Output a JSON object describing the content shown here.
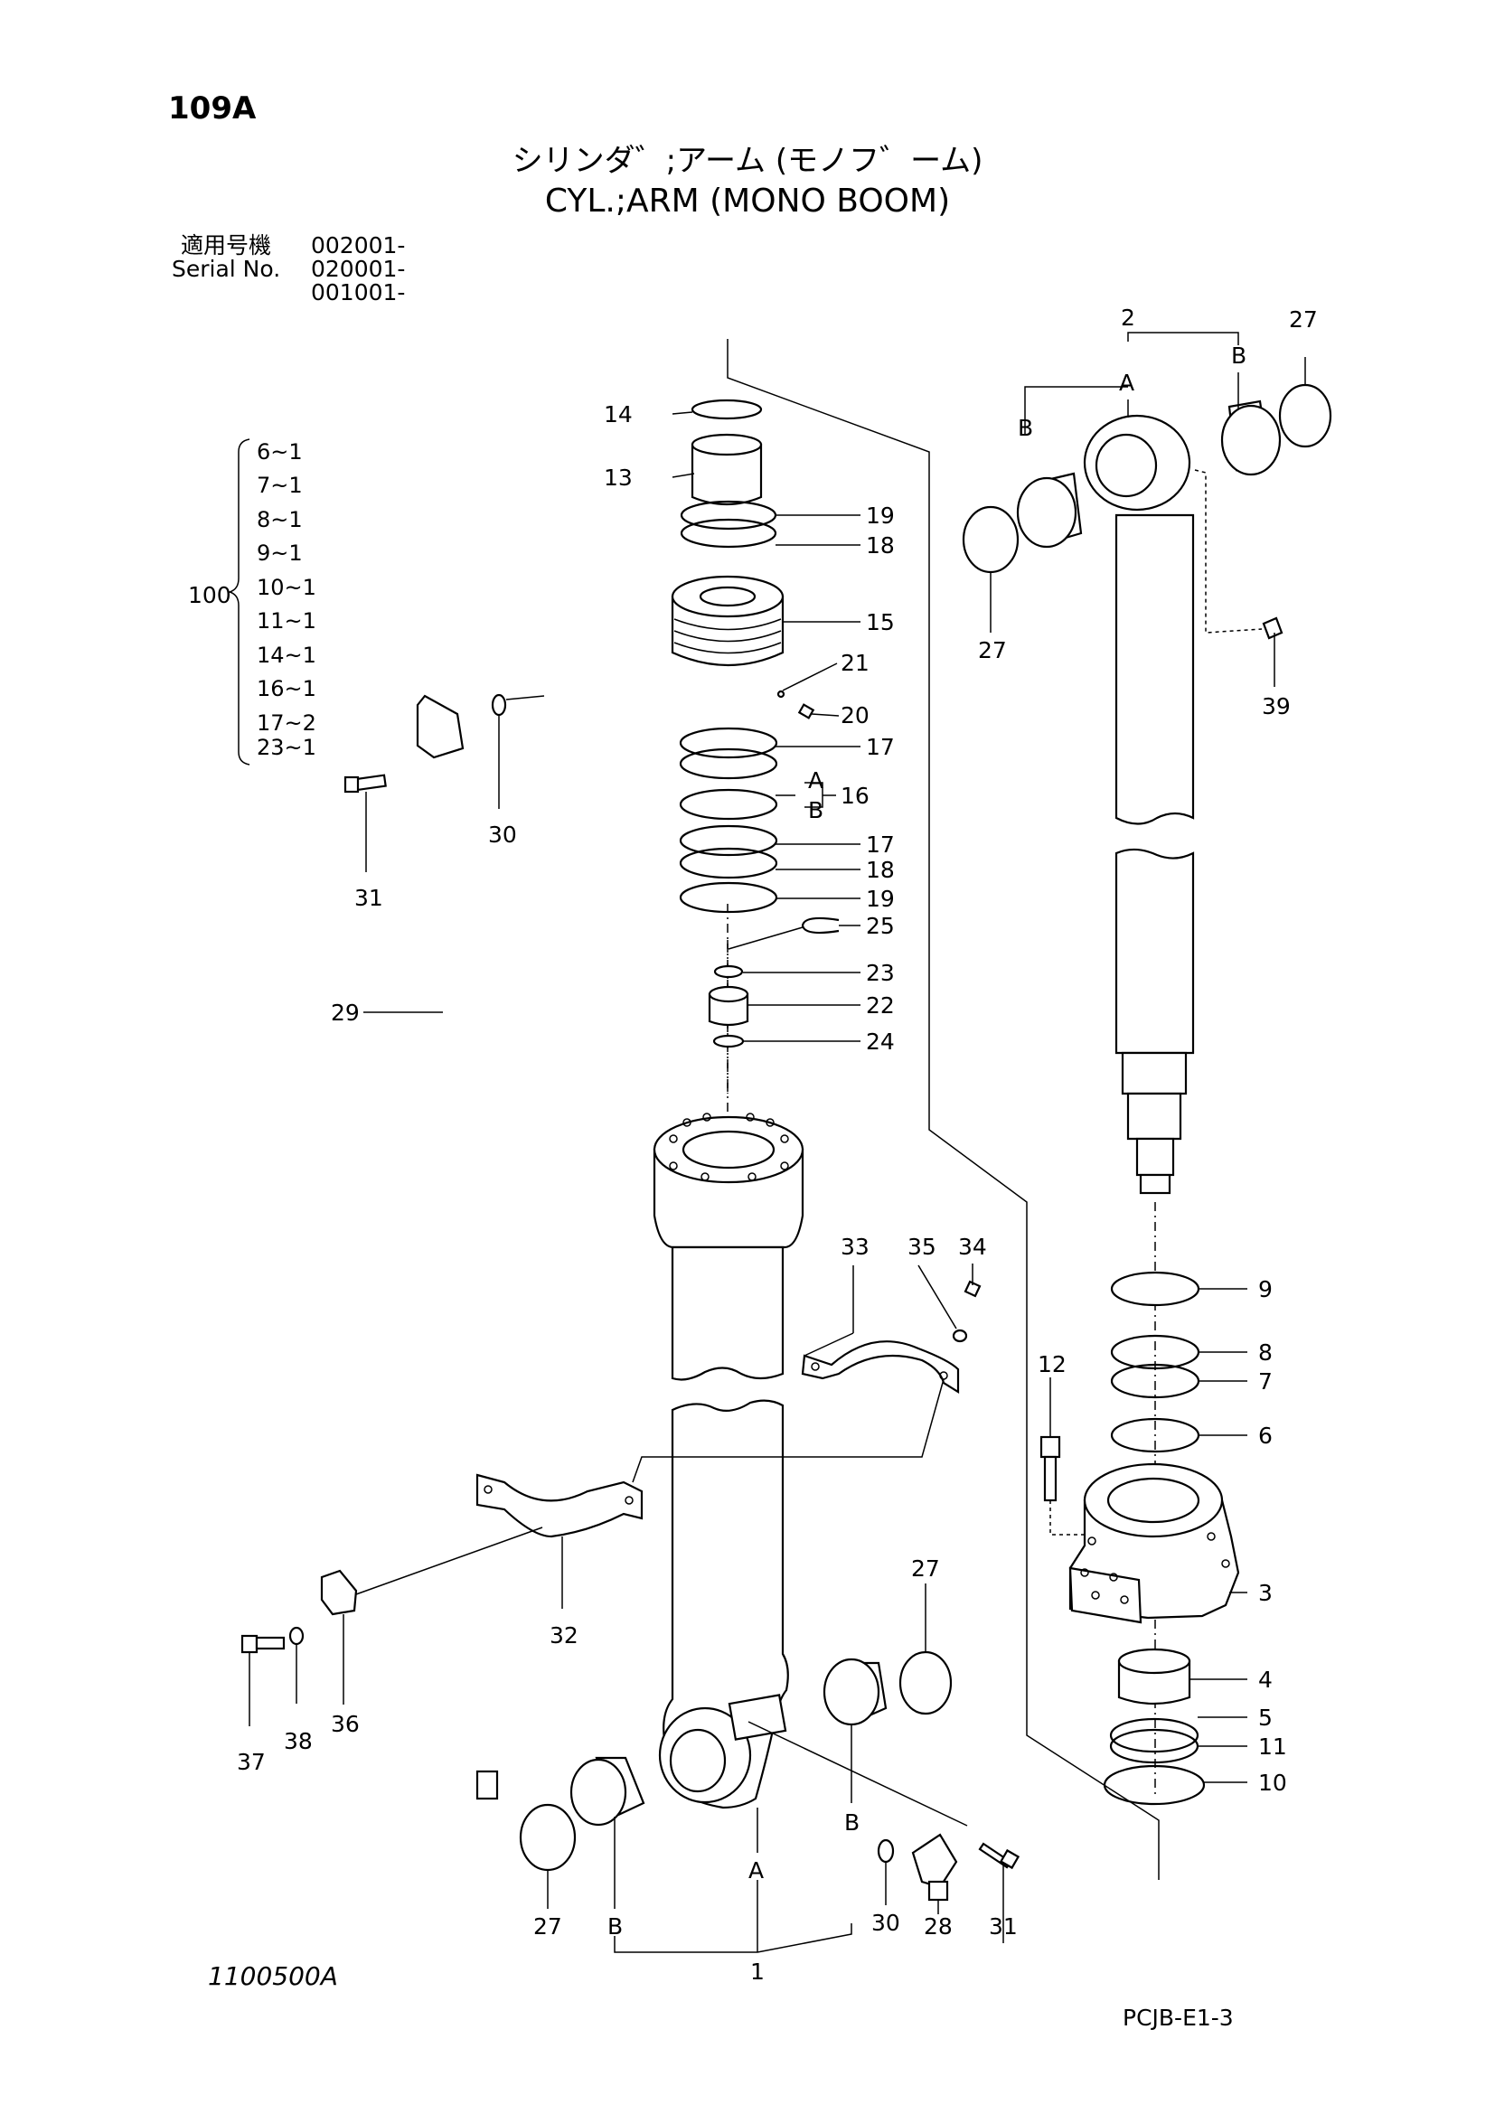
{
  "header": {
    "page_code": "109A",
    "title_jp": "シリンダ゛;アーム (モノフ゛ーム)",
    "title_en": "CYL.;ARM (MONO BOOM)"
  },
  "serial": {
    "label_jp": "適用号機",
    "label_en": "Serial No.",
    "numbers": [
      "002001-",
      "020001-",
      "001001-"
    ]
  },
  "kit": {
    "number": "100",
    "items": [
      "6~1",
      "7~1",
      "8~1",
      "9~1",
      "10~1",
      "11~1",
      "14~1",
      "16~1",
      "17~2",
      "23~1"
    ]
  },
  "callouts": {
    "c1": "1",
    "c2": "2",
    "c3": "3",
    "c4": "4",
    "c5": "5",
    "c6": "6",
    "c7": "7",
    "c8": "8",
    "c9": "9",
    "c10": "10",
    "c11": "11",
    "c12": "12",
    "c13": "13",
    "c14": "14",
    "c15": "15",
    "c16": "16",
    "c17a": "17",
    "c17b": "17",
    "c18a": "18",
    "c18b": "18",
    "c19a": "19",
    "c19b": "19",
    "c20": "20",
    "c21": "21",
    "c22": "22",
    "c23": "23",
    "c24": "24",
    "c25": "25",
    "c27a": "27",
    "c27b": "27",
    "c27c": "27",
    "c27d": "27",
    "c28": "28",
    "c29": "29",
    "c30a": "30",
    "c30b": "30",
    "c31a": "31",
    "c31b": "31",
    "c32": "32",
    "c33": "33",
    "c34": "34",
    "c35": "35",
    "c36": "36",
    "c37": "37",
    "c38": "38",
    "c39": "39",
    "letA": "A",
    "letB": "B"
  },
  "footer": {
    "drawing_number": "1100500A",
    "page_ref": "PCJB-E1-3"
  }
}
